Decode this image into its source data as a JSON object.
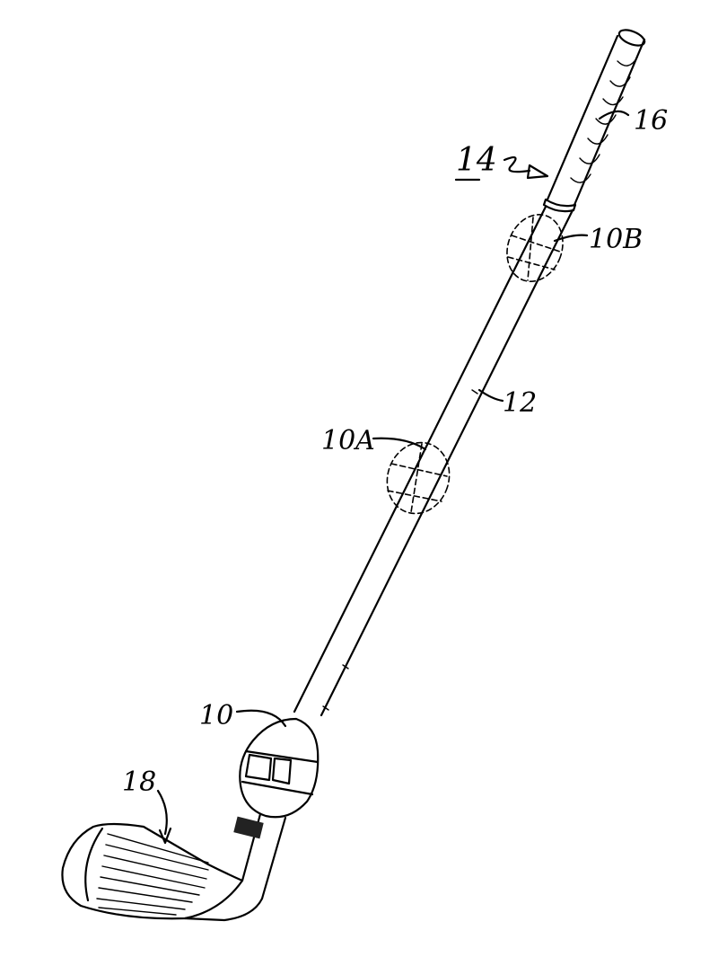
{
  "figure": {
    "labels": {
      "club_assembly": "14",
      "grip": "16",
      "weight_upper": "10B",
      "shaft": "12",
      "weight_middle": "10A",
      "weight_lower": "10",
      "club_face": "18"
    }
  }
}
